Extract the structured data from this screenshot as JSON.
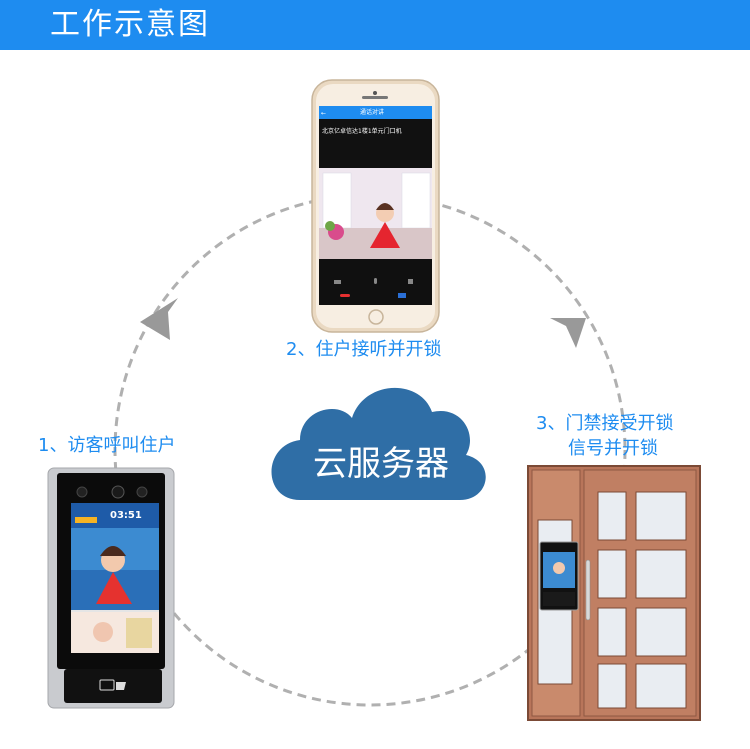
{
  "header": {
    "title": "工作示意图"
  },
  "steps": {
    "step1": "1、访客呼叫住户",
    "step2": "2、住户接听并开锁",
    "step3_line1": "3、门禁接受开锁",
    "step3_line2": "信号并开锁"
  },
  "cloud": {
    "label": "云服务器"
  },
  "phone": {
    "screen_title": "通话对讲",
    "caption": "北京亿卓信达1楼1单元门口机"
  },
  "terminal": {
    "time": "03:51"
  },
  "colors": {
    "accent": "#1e8cf0",
    "cloud": "#2f6ea6",
    "dashed_circle": "#b0b0b0",
    "door_copper": "#b8755a"
  }
}
